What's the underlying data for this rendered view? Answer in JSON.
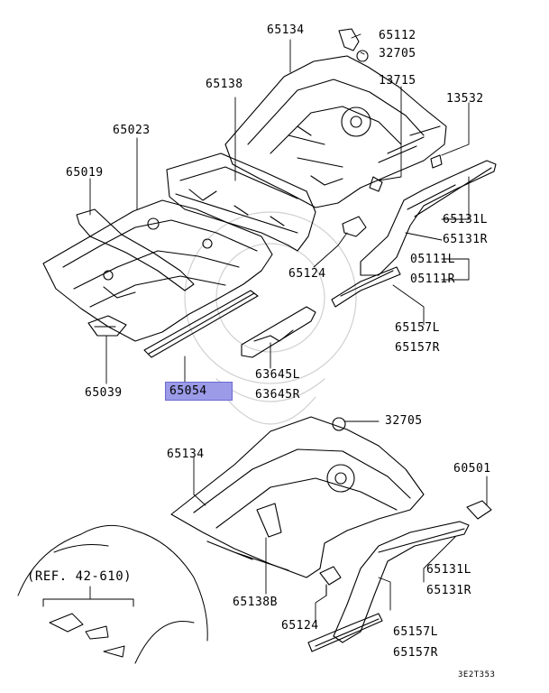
{
  "diagram": {
    "highlight_color": "#9b9be8",
    "labels": {
      "p65134_top": "65134",
      "p65112": "65112",
      "p32705_top": "32705",
      "p13715": "13715",
      "p65138": "65138",
      "p13532": "13532",
      "p65023": "65023",
      "p65019": "65019",
      "p65131l_top": "65131L",
      "p65131r_top": "65131R",
      "p05111l": "05111L",
      "p05111r": "05111R",
      "p65124_top": "65124",
      "p65157l_top": "65157L",
      "p65157r_top": "65157R",
      "p63645l": "63645L",
      "p63645r": "63645R",
      "p65039": "65039",
      "p65054": "65054",
      "p32705_bot": "32705",
      "p65134_bot": "65134",
      "p60501": "60501",
      "p65131l_bot": "65131L",
      "p65131r_bot": "65131R",
      "p65138b": "65138B",
      "p65124_bot": "65124",
      "p65157l_bot": "65157L",
      "p65157r_bot": "65157R",
      "ref": "(REF. 42-610)",
      "code": "3E2T353"
    }
  }
}
